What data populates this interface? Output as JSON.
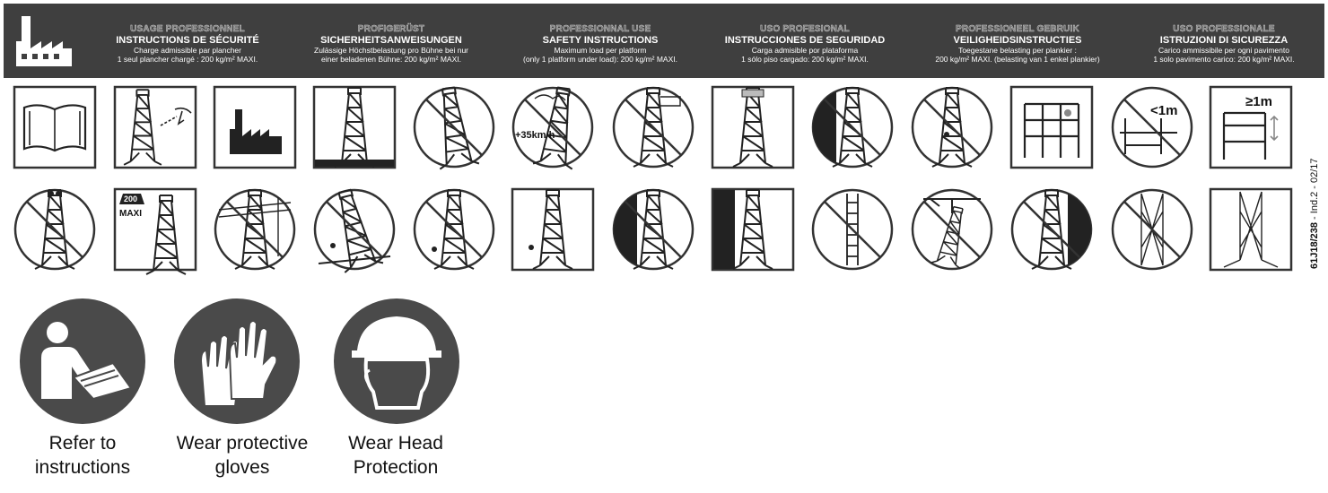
{
  "header": {
    "columns": [
      {
        "top": "USAGE PROFESSIONNEL",
        "title": "INSTRUCTIONS DE SÉCURITÉ",
        "line1": "Charge admissible par plancher",
        "line2": "1 seul plancher chargé : 200 kg/m² MAXI."
      },
      {
        "top": "PROFIGERÜST",
        "title": "SICHERHEITSANWEISUNGEN",
        "line1": "Zulässige Höchstbelastung pro Bühne bei nur",
        "line2": "einer beladenen Bühne: 200 kg/m² MAXI."
      },
      {
        "top": "PROFESSIONNAL USE",
        "title": "SAFETY INSTRUCTIONS",
        "line1": "Maximum load per platform",
        "line2": "(only 1 platform under load): 200 kg/m² MAXI."
      },
      {
        "top": "USO PROFESIONAL",
        "title": "INSTRUCCIONES DE SEGURIDAD",
        "line1": "Carga admisible por plataforma",
        "line2": "1 sólo piso cargado: 200 kg/m² MAXI."
      },
      {
        "top": "PROFESSIONEEL GEBRUIK",
        "title": "VEILIGHEIDSINSTRUCTIES",
        "line1": "Toegestane belasting per plankier :",
        "line2": "200 kg/m² MAXI. (belasting van 1 enkel plankier)"
      },
      {
        "top": "USO PROFESSIONALE",
        "title": "ISTRUZIONI DI SICUREZZA",
        "line1": "Carico ammissibile per ogni pavimento",
        "line2": "1 solo pavimento carico: 200 kg/m² MAXI."
      }
    ]
  },
  "pictograms": {
    "row1": [
      "book",
      "scaffold-wind-check",
      "factory",
      "scaffold-ground",
      "no-scaffold-tilt",
      "no-wind-35",
      "no-scaffold-side",
      "scaffold-boards",
      "no-wall",
      "no-climb",
      "scaffold-guardrail",
      "no-gap-1m",
      "gap-1m"
    ],
    "row2": [
      "no-two-people",
      "max-200",
      "no-power-lines",
      "no-push",
      "no-person-moving",
      "scaffold-person",
      "no-dark-wall",
      "scaffold-wall",
      "no-ladder",
      "no-crane",
      "no-side-person",
      "no-mesh",
      "mesh"
    ],
    "labels": {
      "wind": "+35km/h",
      "lt1m": "<1m",
      "ge1m": "≥1m",
      "max200": "200",
      "maxi": "MAXI"
    }
  },
  "side_code": {
    "bold": "61J18/238",
    "rest": " - Ind.2 - 02/17"
  },
  "mandatory": [
    {
      "icon": "read-instructions-icon",
      "label_l1": "Refer to",
      "label_l2": "instructions"
    },
    {
      "icon": "gloves-icon",
      "label_l1": "Wear protective",
      "label_l2": "gloves"
    },
    {
      "icon": "head-protection-icon",
      "label_l1": "Wear Head",
      "label_l2": "Protection"
    }
  ],
  "colors": {
    "header_bg": "#3f3f3f",
    "mandatory_bg": "#4a4a4a",
    "outline": "#333333"
  }
}
